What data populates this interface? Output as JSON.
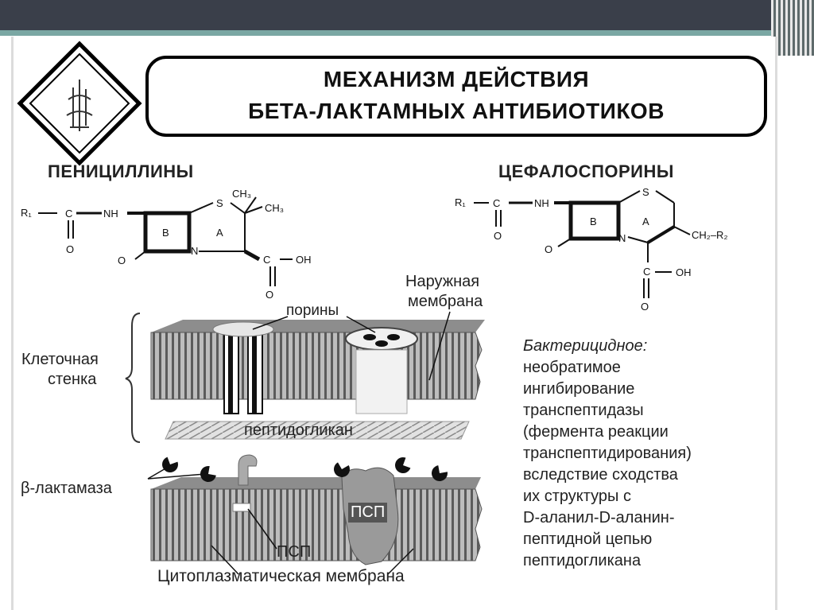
{
  "title": {
    "line1": "МЕХАНИЗМ ДЕЙСТВИЯ",
    "line2": "БЕТА-ЛАКТАМНЫХ АНТИБИОТИКОВ"
  },
  "penicillins": {
    "heading": "ПЕНИЦИЛЛИНЫ",
    "atoms": {
      "r": "R₁",
      "c1": "C",
      "nh": "NH",
      "o1": "O",
      "ring_b": "B",
      "ring_a": "A",
      "s": "S",
      "ch3_top": "CH₃",
      "ch3_right": "CH₃",
      "n": "N",
      "o2": "O",
      "c2": "C",
      "oh": "OH",
      "o3": "O"
    }
  },
  "cephalosporins": {
    "heading": "ЦЕФАЛОСПОРИНЫ",
    "atoms": {
      "r": "R₁",
      "c1": "C",
      "nh": "NH",
      "o1": "O",
      "ring_b": "B",
      "ring_a": "A",
      "s": "S",
      "ch2r": "CH₂–R₂",
      "n": "N",
      "o2": "O",
      "c2": "C",
      "oh": "OH",
      "o3": "O"
    }
  },
  "labels": {
    "porins": "порины",
    "outer_membrane_1": "Наружная",
    "outer_membrane_2": "мембрана",
    "cell_wall_1": "Клеточная",
    "cell_wall_2": "стенка",
    "peptidoglycan": "пептидогликан",
    "beta_lactamase": "β-лактамаза",
    "psp_1": "ПСП",
    "psp_2": "ПСП",
    "cytoplasmic_membrane": "Цитоплазматическая мембрана"
  },
  "description": {
    "lead": "Бактерицидное:",
    "lines": [
      "необратимое",
      "ингибирование",
      "транспептидазы",
      "(фермента реакции",
      "транспептидирования)",
      "вследствие сходства",
      "их структуры с",
      "D-аланил-D-аланин-",
      "пептидной цепью",
      "пептидогликана"
    ]
  }
}
